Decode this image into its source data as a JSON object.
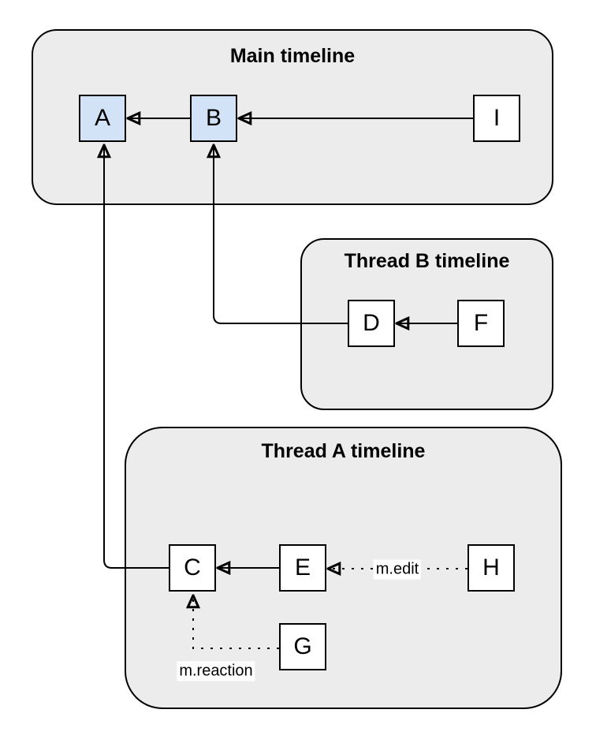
{
  "containers": {
    "main": {
      "title": "Main timeline"
    },
    "thread_b": {
      "title": "Thread B timeline"
    },
    "thread_a": {
      "title": "Thread A timeline"
    }
  },
  "nodes": {
    "A": {
      "label": "A",
      "container": "main",
      "highlighted": true
    },
    "B": {
      "label": "B",
      "container": "main",
      "highlighted": true
    },
    "I": {
      "label": "I",
      "container": "main",
      "highlighted": false
    },
    "D": {
      "label": "D",
      "container": "thread_b",
      "highlighted": false
    },
    "F": {
      "label": "F",
      "container": "thread_b",
      "highlighted": false
    },
    "C": {
      "label": "C",
      "container": "thread_a",
      "highlighted": false
    },
    "E": {
      "label": "E",
      "container": "thread_a",
      "highlighted": false
    },
    "H": {
      "label": "H",
      "container": "thread_a",
      "highlighted": false
    },
    "G": {
      "label": "G",
      "container": "thread_a",
      "highlighted": false
    }
  },
  "edges": [
    {
      "from": "B",
      "to": "A",
      "style": "solid",
      "label": ""
    },
    {
      "from": "I",
      "to": "B",
      "style": "solid",
      "label": ""
    },
    {
      "from": "D",
      "to": "B",
      "style": "solid",
      "label": ""
    },
    {
      "from": "F",
      "to": "D",
      "style": "solid",
      "label": ""
    },
    {
      "from": "C",
      "to": "A",
      "style": "solid",
      "label": ""
    },
    {
      "from": "E",
      "to": "C",
      "style": "solid",
      "label": ""
    },
    {
      "from": "H",
      "to": "E",
      "style": "dotted",
      "label": "m.edit"
    },
    {
      "from": "G",
      "to": "C",
      "style": "dotted",
      "label": "m.reaction"
    }
  ],
  "colors": {
    "canvas_bg": "#ffffff",
    "container_fill": "#ececec",
    "container_stroke": "#000000",
    "node_fill": "#ffffff",
    "node_highlight_fill": "#d2e3f8",
    "node_stroke": "#000000",
    "edge_stroke": "#000000",
    "edge_label_bg": "#ffffff",
    "text_color": "#000000"
  }
}
